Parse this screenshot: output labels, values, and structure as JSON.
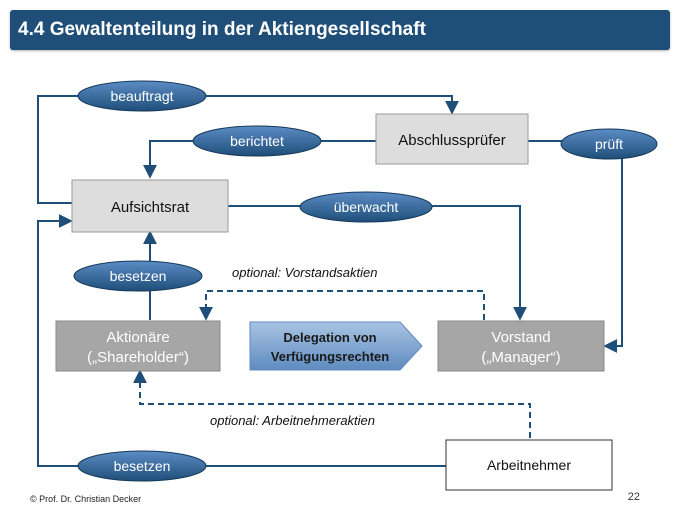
{
  "header": {
    "title": "4.4 Gewaltenteilung in der Aktiengesellschaft"
  },
  "boxes": {
    "abschlusspruefer": "Abschlussprüfer",
    "aufsichtsrat": "Aufsichtsrat",
    "aktionaere_line1": "Aktionäre",
    "aktionaere_line2": "(„Shareholder“)",
    "vorstand_line1": "Vorstand",
    "vorstand_line2": "(„Manager“)",
    "arbeitnehmer": "Arbeitnehmer"
  },
  "delegation": {
    "line1": "Delegation von",
    "line2": "Verfügungsrechten"
  },
  "labels": {
    "beauftragt": "beauftragt",
    "berichtet": "berichtet",
    "prueft": "prüft",
    "ueberwacht": "überwacht",
    "besetzen_top": "besetzen",
    "besetzen_bottom": "besetzen",
    "optional_vorstand": "optional: Vorstandsaktien",
    "optional_arbeitnehmer": "optional: Arbeitnehmeraktien"
  },
  "footer": {
    "copyright": "© Prof. Dr. Christian Decker",
    "page": "22"
  },
  "colors": {
    "title_bg": "#1f4e79",
    "line": "#1f4e79",
    "oval": "#1f4e79",
    "box_light": "#dddddd",
    "box_dark": "#a6a6a6",
    "arrow_shape": "#7fa6cf"
  }
}
